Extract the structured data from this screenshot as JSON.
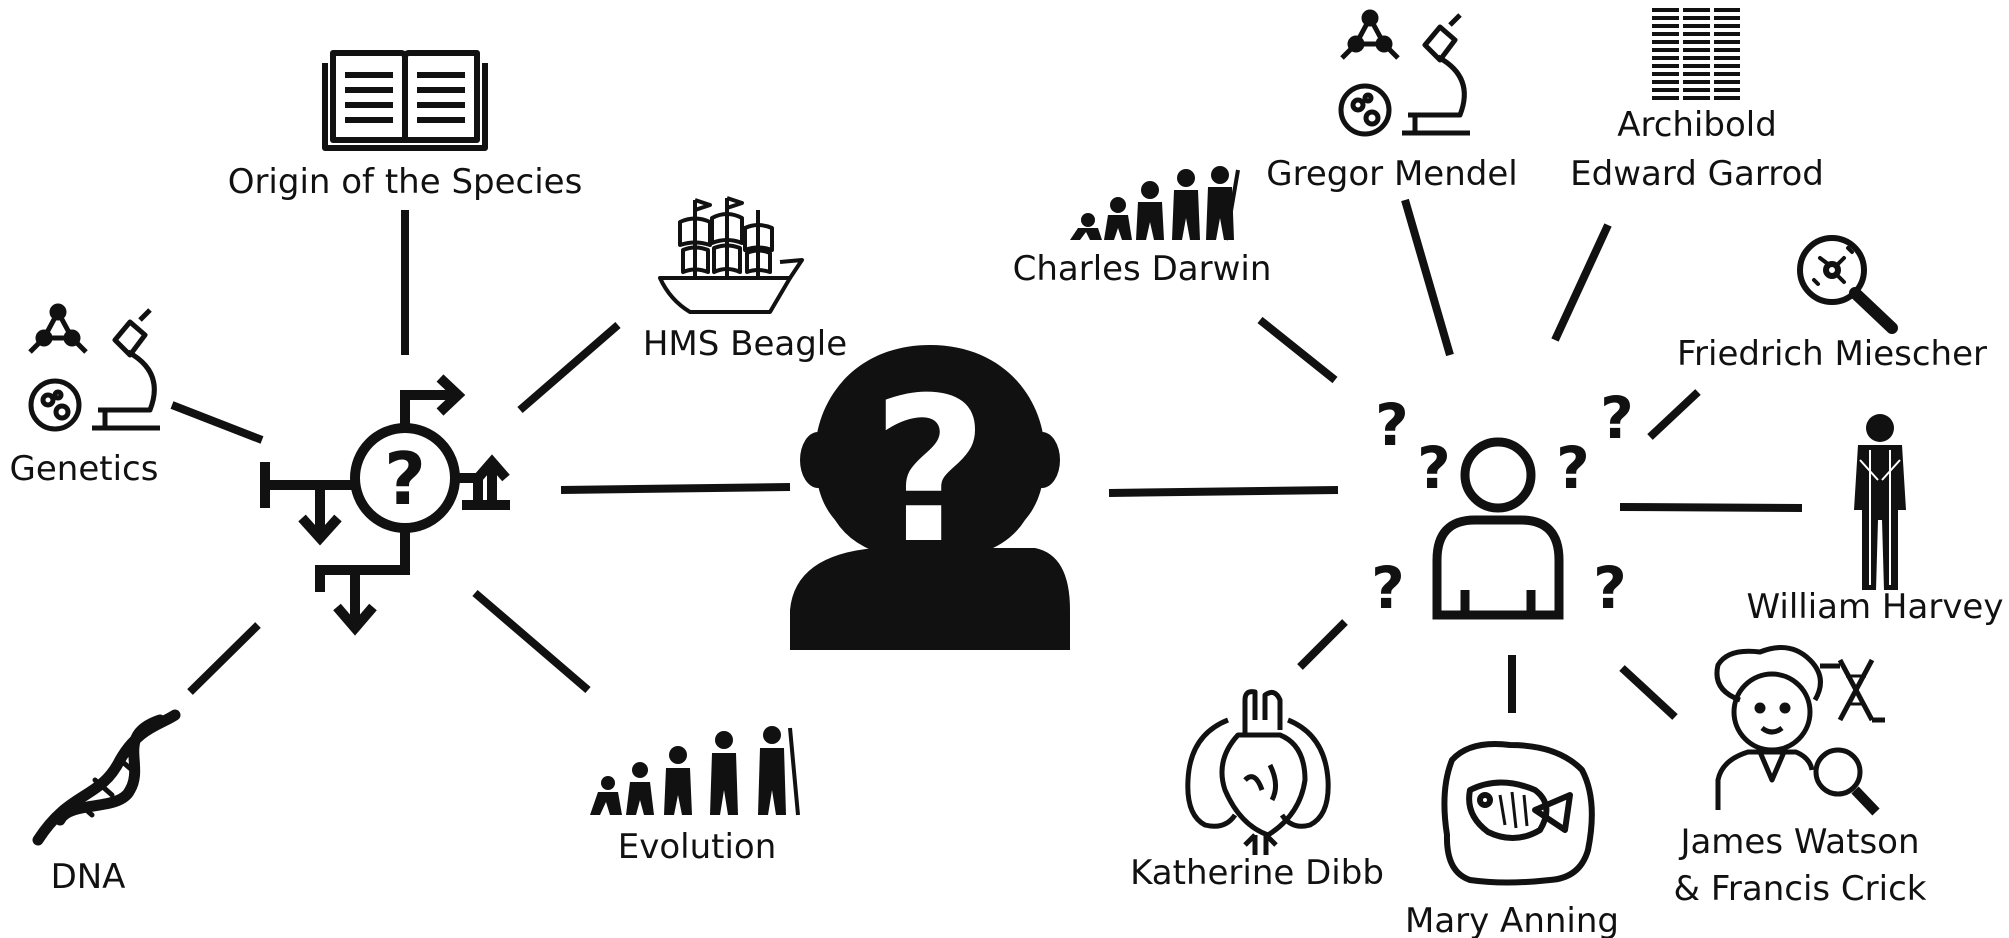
{
  "hubs": {
    "left_hub": {
      "icon": "question-arrows-icon"
    },
    "center_hub": {
      "icon": "unknown-person-silhouette-icon",
      "mark": "?"
    },
    "right_hub": {
      "icon": "person-with-questions-icon",
      "mark": "?"
    }
  },
  "left_nodes": {
    "origin": {
      "label": "Origin of the Species",
      "icon": "open-book-icon"
    },
    "genetics": {
      "label": "Genetics",
      "icon": "microscope-lab-icon"
    },
    "beagle": {
      "label": "HMS Beagle",
      "icon": "sailing-ship-icon"
    },
    "dna": {
      "label": "DNA",
      "icon": "dna-helix-icon"
    },
    "evolution": {
      "label": "Evolution",
      "icon": "evolution-icon"
    }
  },
  "right_nodes": {
    "darwin": {
      "label": "Charles Darwin",
      "icon": "evolution-icon"
    },
    "mendel": {
      "label": "Gregor Mendel",
      "icon": "microscope-lab-icon"
    },
    "garrod": {
      "label_line1": "Archibold",
      "label_line2": "Edward Garrod",
      "icon": "barcode-icon"
    },
    "miescher": {
      "label": "Friedrich Miescher",
      "icon": "magnifier-cell-icon"
    },
    "harvey": {
      "label": "William Harvey",
      "icon": "circulatory-body-icon"
    },
    "watson_crick": {
      "label_line1": "James Watson",
      "label_line2": "& Francis Crick",
      "icon": "scientist-dna-icon"
    },
    "anning": {
      "label": "Mary Anning",
      "icon": "fossil-fish-icon"
    },
    "dibb": {
      "label": "Katherine Dibb",
      "icon": "heart-lungs-icon"
    }
  }
}
